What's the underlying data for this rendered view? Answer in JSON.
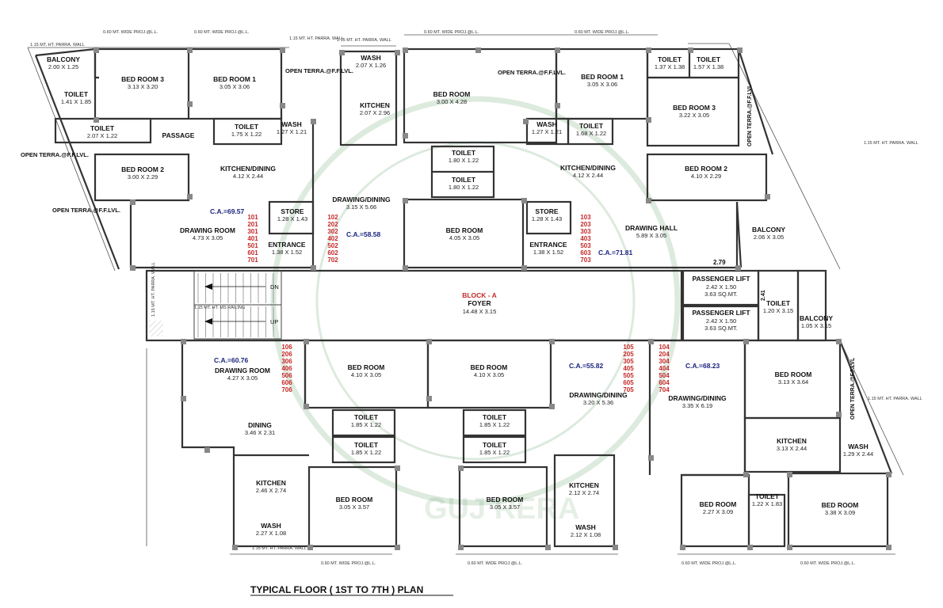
{
  "title": "TYPICAL FLOOR ( 1ST TO 7TH ) PLAN",
  "block": {
    "name": "BLOCK - A",
    "foyer": "FOYER",
    "foyer_size": "14.48 X 3.15"
  },
  "watermark": "GUJ RERA",
  "stairs": {
    "dn": "DN",
    "up": "UP",
    "railing": "1.15 MT. HT. MS RAILING",
    "parapet": "1.15 MT. HT. PARRA. WALL"
  },
  "notes": {
    "proj": "0.60 MT. WIDE PROJ.@L.L.",
    "parapet": "1.15 MT. HT. PARRA. WALL",
    "terrace": "OPEN TERRA.@F.F.LVL.",
    "terrace_short": "OPEN TERRA.@F.F.LVL",
    "dim_279": "2.79",
    "dim_241": "2.41"
  },
  "lifts": [
    {
      "name": "PASSENGER LIFT",
      "size": "2.42 X 1.50",
      "area": "3.63 SQ.MT."
    },
    {
      "name": "PASSENGER LIFT",
      "size": "2.42 X 1.50",
      "area": "3.63 SQ.MT."
    }
  ],
  "units": {
    "u1": {
      "ca": "C.A.=69.57",
      "flats": [
        "101",
        "201",
        "301",
        "401",
        "501",
        "601",
        "701"
      ]
    },
    "u2": {
      "ca": "C.A.=58.58",
      "flats": [
        "102",
        "202",
        "302",
        "402",
        "502",
        "602",
        "702"
      ]
    },
    "u3": {
      "ca": "C.A.=71.81",
      "flats": [
        "103",
        "203",
        "303",
        "403",
        "503",
        "603",
        "703"
      ]
    },
    "u4": {
      "ca": "C.A.=68.23",
      "flats": [
        "104",
        "204",
        "304",
        "404",
        "504",
        "604",
        "704"
      ]
    },
    "u5": {
      "ca": "C.A.=55.82",
      "flats": [
        "105",
        "205",
        "305",
        "405",
        "505",
        "605",
        "705"
      ]
    },
    "u6": {
      "ca": "C.A.=60.76",
      "flats": [
        "106",
        "206",
        "306",
        "406",
        "506",
        "606",
        "706"
      ]
    }
  },
  "rooms": {
    "balcony1": {
      "name": "BALCONY",
      "size": "2.00 X 1.25"
    },
    "bed3_u1": {
      "name": "BED ROOM 3",
      "size": "3.13 X 3.20"
    },
    "bed1_u1": {
      "name": "BED ROOM 1",
      "size": "3.05 X 3.06"
    },
    "toilet_a": {
      "name": "TOILET",
      "size": "1.41 X 1.85"
    },
    "toilet_b": {
      "name": "TOILET",
      "size": "2.07 X 1.22"
    },
    "passage": {
      "name": "PASSAGE",
      "size": ""
    },
    "toilet_c": {
      "name": "TOILET",
      "size": "1.75 X 1.22"
    },
    "wash_u1": {
      "name": "WASH",
      "size": "1.27 X 1.21"
    },
    "bed2_u1": {
      "name": "BED ROOM 2",
      "size": "3.00 X 2.29"
    },
    "kd_u1": {
      "name": "KITCHEN/DINING",
      "size": "4.12 X 2.44"
    },
    "store_u1": {
      "name": "STORE",
      "size": "1.28 X 1.43"
    },
    "drawing_u1": {
      "name": "DRAWING ROOM",
      "size": "4.73 X 3.05"
    },
    "entrance_u1": {
      "name": "ENTRANCE",
      "size": "1.38 X 1.52"
    },
    "wash_u2": {
      "name": "WASH",
      "size": "2.07 X 1.26"
    },
    "kitchen_u2": {
      "name": "KITCHEN",
      "size": "2.07 X 2.96"
    },
    "bed_u2": {
      "name": "BED ROOM",
      "size": "3.00 X 4.28"
    },
    "toilet_u2a": {
      "name": "TOILET",
      "size": "1.80 X 1.22"
    },
    "toilet_u2b": {
      "name": "TOILET",
      "size": "1.80 X 1.22"
    },
    "dd_u2": {
      "name": "DRAWING/DINING",
      "size": "3.15 X 5.66"
    },
    "bed_u2b": {
      "name": "BED ROOM",
      "size": "4.05 X 3.05"
    },
    "bed1_u3": {
      "name": "BED ROOM 1",
      "size": "3.05 X 3.06"
    },
    "toilet_u3a": {
      "name": "TOILET",
      "size": "1.37 X 1.38"
    },
    "toilet_u3b": {
      "name": "TOILET",
      "size": "1.57 X 1.38"
    },
    "bed3_u3": {
      "name": "BED ROOM 3",
      "size": "3.22 X 3.05"
    },
    "wash_u3": {
      "name": "WASH",
      "size": "1.27 X 1.21"
    },
    "toilet_u3c": {
      "name": "TOILET",
      "size": "1.68 X 1.22"
    },
    "kd_u3": {
      "name": "KITCHEN/DINING",
      "size": "4.12 X 2.44"
    },
    "bed2_u3": {
      "name": "BED ROOM 2",
      "size": "4.10 X 2.29"
    },
    "store_u3": {
      "name": "STORE",
      "size": "1.28 X 1.43"
    },
    "entrance_u3": {
      "name": "ENTRANCE",
      "size": "1.38 X 1.52"
    },
    "hall_u3": {
      "name": "DRAWING HALL",
      "size": "5.89 X 3.05"
    },
    "balcony_u3": {
      "name": "BALCONY",
      "size": "2.06 X 3.05"
    },
    "toilet_core": {
      "name": "TOILET",
      "size": "1.20 X 3.15"
    },
    "balcony_u4": {
      "name": "BALCONY",
      "size": "1.05 X 3.15"
    },
    "drawing_u6": {
      "name": "DRAWING ROOM",
      "size": "4.27 X 3.05"
    },
    "dining_u6": {
      "name": "DINING",
      "size": "3.46 X 2.31"
    },
    "kitchen_u6": {
      "name": "KITCHEN",
      "size": "2.46 X 2.74"
    },
    "wash_u6": {
      "name": "WASH",
      "size": "2.27 X 1.08"
    },
    "bed_u6a": {
      "name": "BED ROOM",
      "size": "4.10 X 3.05"
    },
    "bed_u5a": {
      "name": "BED ROOM",
      "size": "4.10 X 3.05"
    },
    "toilet_u6a": {
      "name": "TOILET",
      "size": "1.85 X 1.22"
    },
    "toilet_u6b": {
      "name": "TOILET",
      "size": "1.85 X 1.22"
    },
    "toilet_u5a": {
      "name": "TOILET",
      "size": "1.85 X 1.22"
    },
    "toilet_u5b": {
      "name": "TOILET",
      "size": "1.85 X 1.22"
    },
    "bed_u6b": {
      "name": "BED ROOM",
      "size": "3.05 X 3.57"
    },
    "bed_u5b": {
      "name": "BED ROOM",
      "size": "3.05 X 3.57"
    },
    "dd_u5": {
      "name": "DRAWING/DINING",
      "size": "3.20 X 5.36"
    },
    "kitchen_u5": {
      "name": "KITCHEN",
      "size": "2.12 X 2.74"
    },
    "wash_u5": {
      "name": "WASH",
      "size": "2.12 X 1.08"
    },
    "dd_u4": {
      "name": "DRAWING/DINING",
      "size": "3.35 X 6.19"
    },
    "bed_u4a": {
      "name": "BED ROOM",
      "size": "3.13 X 3.64"
    },
    "kitchen_u4": {
      "name": "KITCHEN",
      "size": "3.13 X 2.44"
    },
    "wash_u4": {
      "name": "WASH",
      "size": "1.29 X 2.44"
    },
    "bed_u4b": {
      "name": "BED ROOM",
      "size": "2.27 X 3.09"
    },
    "toilet_u4": {
      "name": "TOILET",
      "size": "1.22 X 1.83"
    },
    "bed_u4c": {
      "name": "BED ROOM",
      "size": "3.38 X 3.09"
    }
  }
}
